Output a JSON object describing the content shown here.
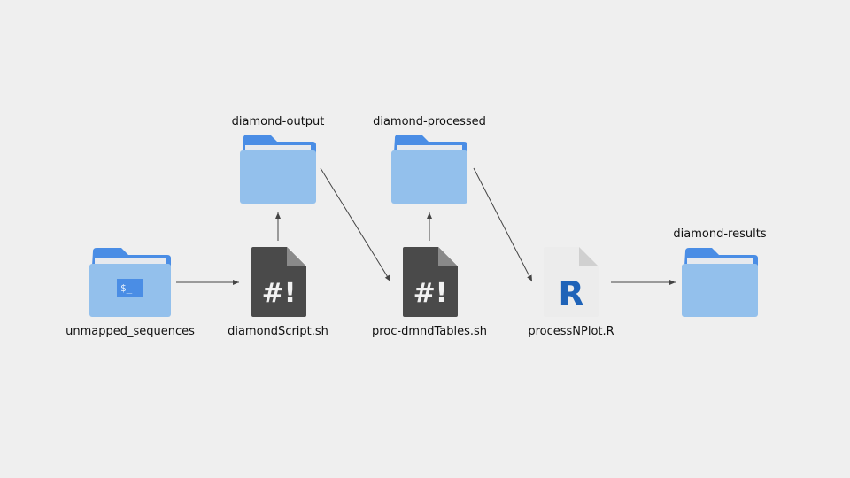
{
  "nodes": {
    "unmapped_sequences": {
      "label": "unmapped_sequences",
      "icon": "terminal-folder-icon",
      "badge": "$_"
    },
    "diamond_script": {
      "label": "diamondScript.sh",
      "icon": "shell-script-file-icon",
      "glyph": "#!"
    },
    "diamond_output": {
      "label": "diamond-output",
      "icon": "folder-icon"
    },
    "proc_dmnd_tables": {
      "label": "proc-dmndTables.sh",
      "icon": "shell-script-file-icon",
      "glyph": "#!"
    },
    "diamond_processed": {
      "label": "diamond-processed",
      "icon": "folder-icon"
    },
    "process_n_plot": {
      "label": "processNPlot.R",
      "icon": "r-script-file-icon",
      "glyph": "R"
    },
    "diamond_results": {
      "label": "diamond-results",
      "icon": "folder-icon"
    }
  },
  "colors": {
    "background": "#efefef",
    "folder_back": "#4a8de5",
    "folder_paper": "#e6e9ee",
    "folder_front": "#93c0ec",
    "script_file": "#4a4a4a",
    "script_fold": "#8a8a8a",
    "r_file": "#ececec",
    "r_fold": "#d0d0d0",
    "r_letter": "#1f63b8",
    "terminal_badge": "#4a8de5",
    "arrow": "#444444"
  }
}
